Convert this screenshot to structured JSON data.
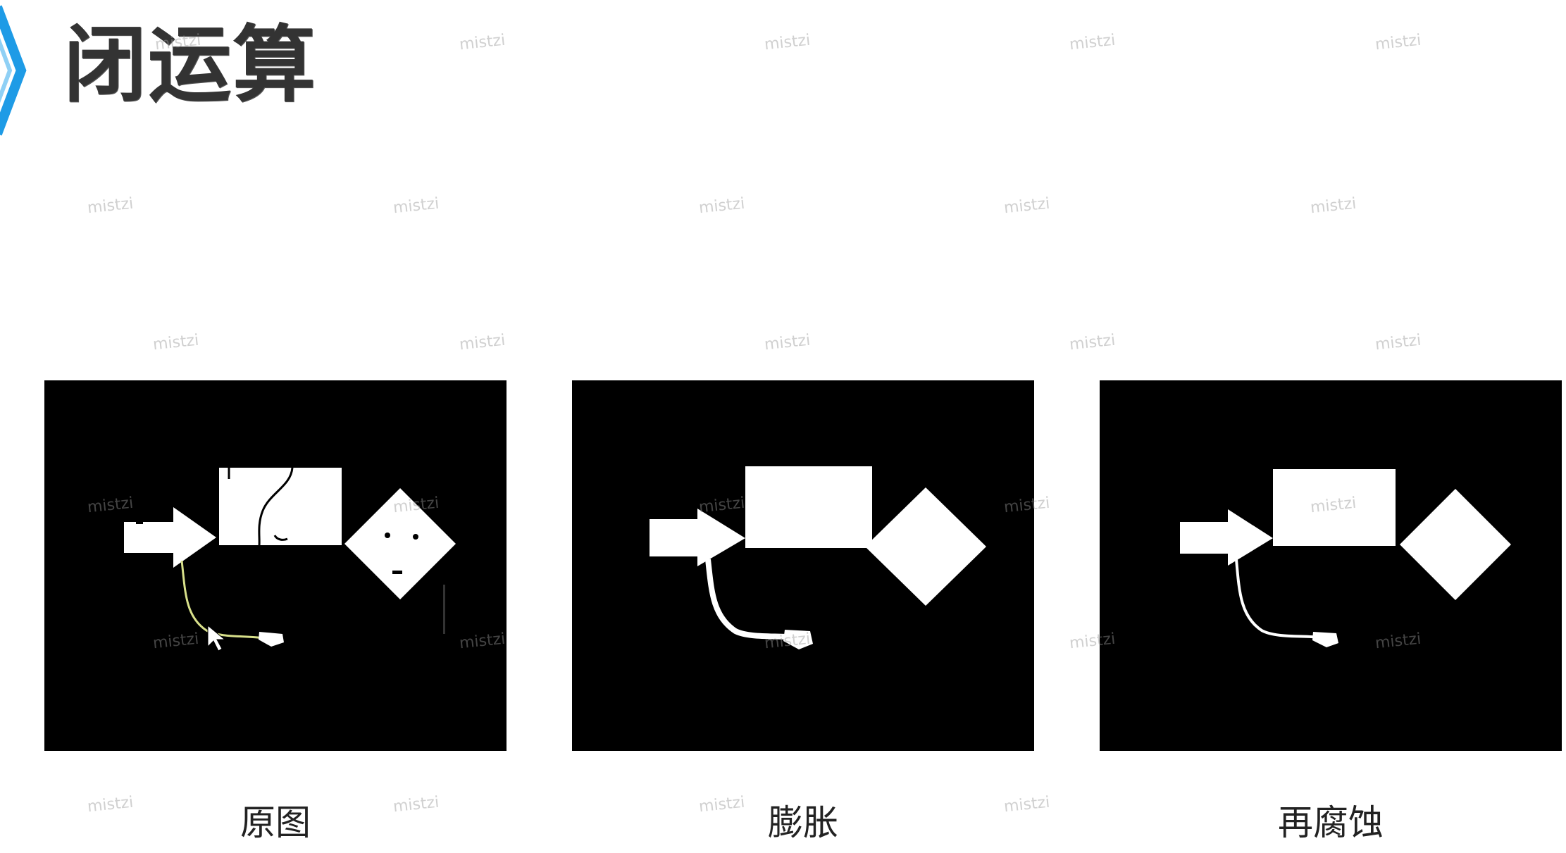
{
  "slide": {
    "title": "闭运算",
    "captions": {
      "original": "原图",
      "dilate": "膨胀",
      "close": "再腐蚀"
    },
    "watermark": "mistzi"
  },
  "colors": {
    "accent": "#1e9be6",
    "panel": "#000000",
    "shape": "#ffffff",
    "title": "#333333"
  }
}
